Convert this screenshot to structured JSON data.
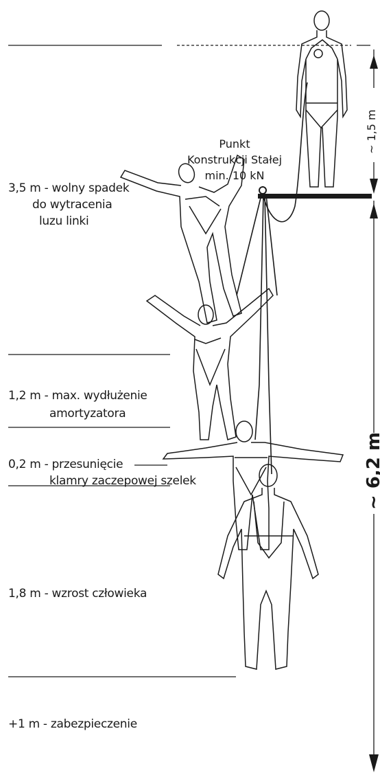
{
  "anchor": {
    "line1": "Punkt",
    "line2": "Konstrukcji Stałej",
    "line3": "min. 10 kN"
  },
  "segments": [
    {
      "value": "3,5 m - ",
      "line1": "wolny spadek",
      "line2": "do wytracenia",
      "line3": "luzu linki"
    },
    {
      "value": "1,2 m - ",
      "line1": "max. wydłużenie",
      "line2": "amortyzatora"
    },
    {
      "value": "0,2 m - ",
      "line1": "przesunięcie",
      "line2": "klamry zaczepowej szelek"
    },
    {
      "value": "1,8 m - ",
      "line1": "wzrost człowieka"
    },
    {
      "value": "+1 m - ",
      "line1": "zabezpieczenie"
    }
  ],
  "dimensions": {
    "top": "~ 1,5 m",
    "total": "~ 6,2 m"
  },
  "icons": [
    "person-standing-harness-icon",
    "falling-person-icon",
    "hanging-person-icon",
    "lanyard-icon",
    "anchor-point-icon",
    "vertical-dimension-arrow-icon"
  ],
  "colors": {
    "ink": "#1a1a1a",
    "background": "#ffffff"
  }
}
